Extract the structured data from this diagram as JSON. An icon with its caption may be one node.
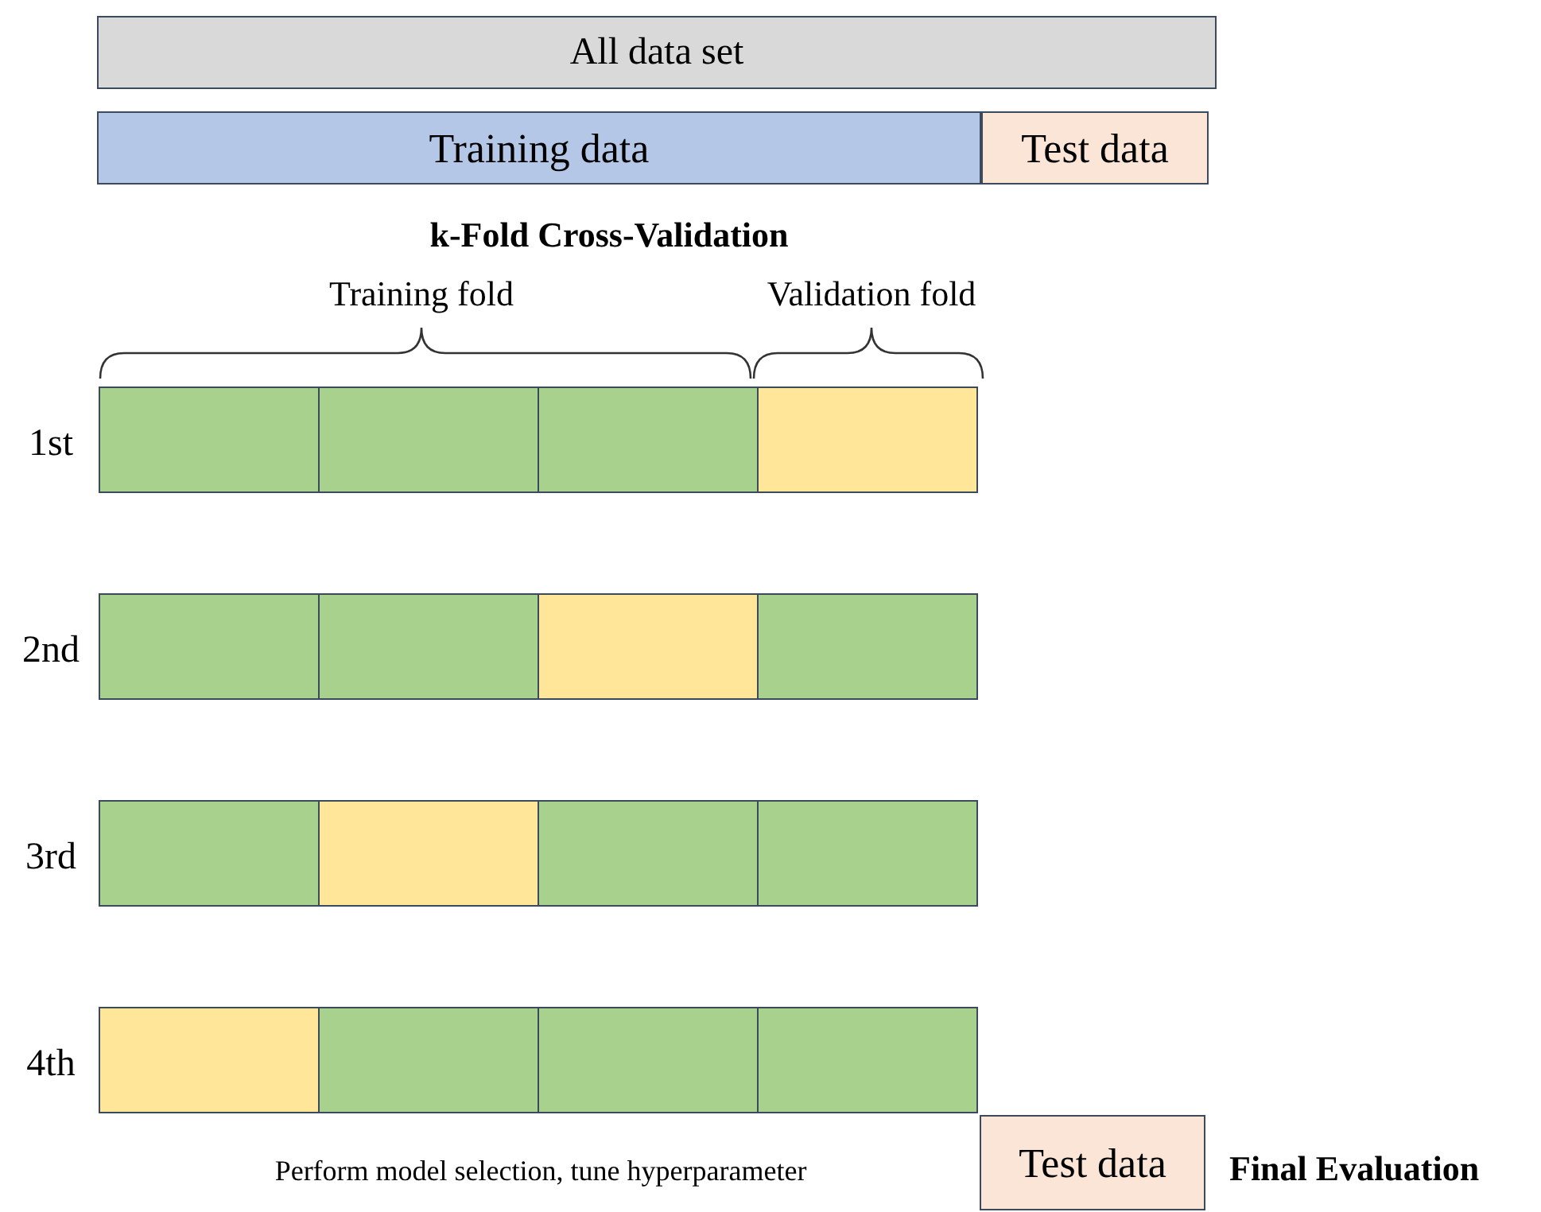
{
  "diagram": {
    "nodes": [
      {
        "text": [
          "All data set"
        ]
      },
      {
        "text": [
          "Training data"
        ]
      },
      {
        "text": [
          "Test data"
        ]
      },
      {
        "text": [],
        "shape": "box"
      },
      {
        "text": [],
        "shape": "box"
      },
      {
        "text": [],
        "shape": "box"
      },
      {
        "text": [],
        "shape": "box"
      },
      {
        "text": [],
        "shape": "box"
      },
      {
        "text": [],
        "shape": "box"
      },
      {
        "text": [],
        "shape": "box"
      },
      {
        "text": [],
        "shape": "box"
      },
      {
        "text": [],
        "shape": "box"
      },
      {
        "text": [],
        "shape": "box"
      },
      {
        "text": [],
        "shape": "box"
      },
      {
        "text": [],
        "shape": "box"
      },
      {
        "text": [],
        "shape": "box"
      },
      {
        "text": [],
        "shape": "box"
      },
      {
        "text": [],
        "shape": "box"
      },
      {
        "text": [],
        "shape": "box"
      },
      {
        "text": [
          "Test data"
        ],
        "beside": [
          "Final Evaluation"
        ]
      }
    ],
    "edges": [],
    "labels": [
      "k-Fold Cross-Validation",
      "Training fold",
      "Validation fold",
      "1st",
      "2nd",
      "3rd",
      "4th",
      "Perform model selection, tune hyperparameter"
    ]
  }
}
